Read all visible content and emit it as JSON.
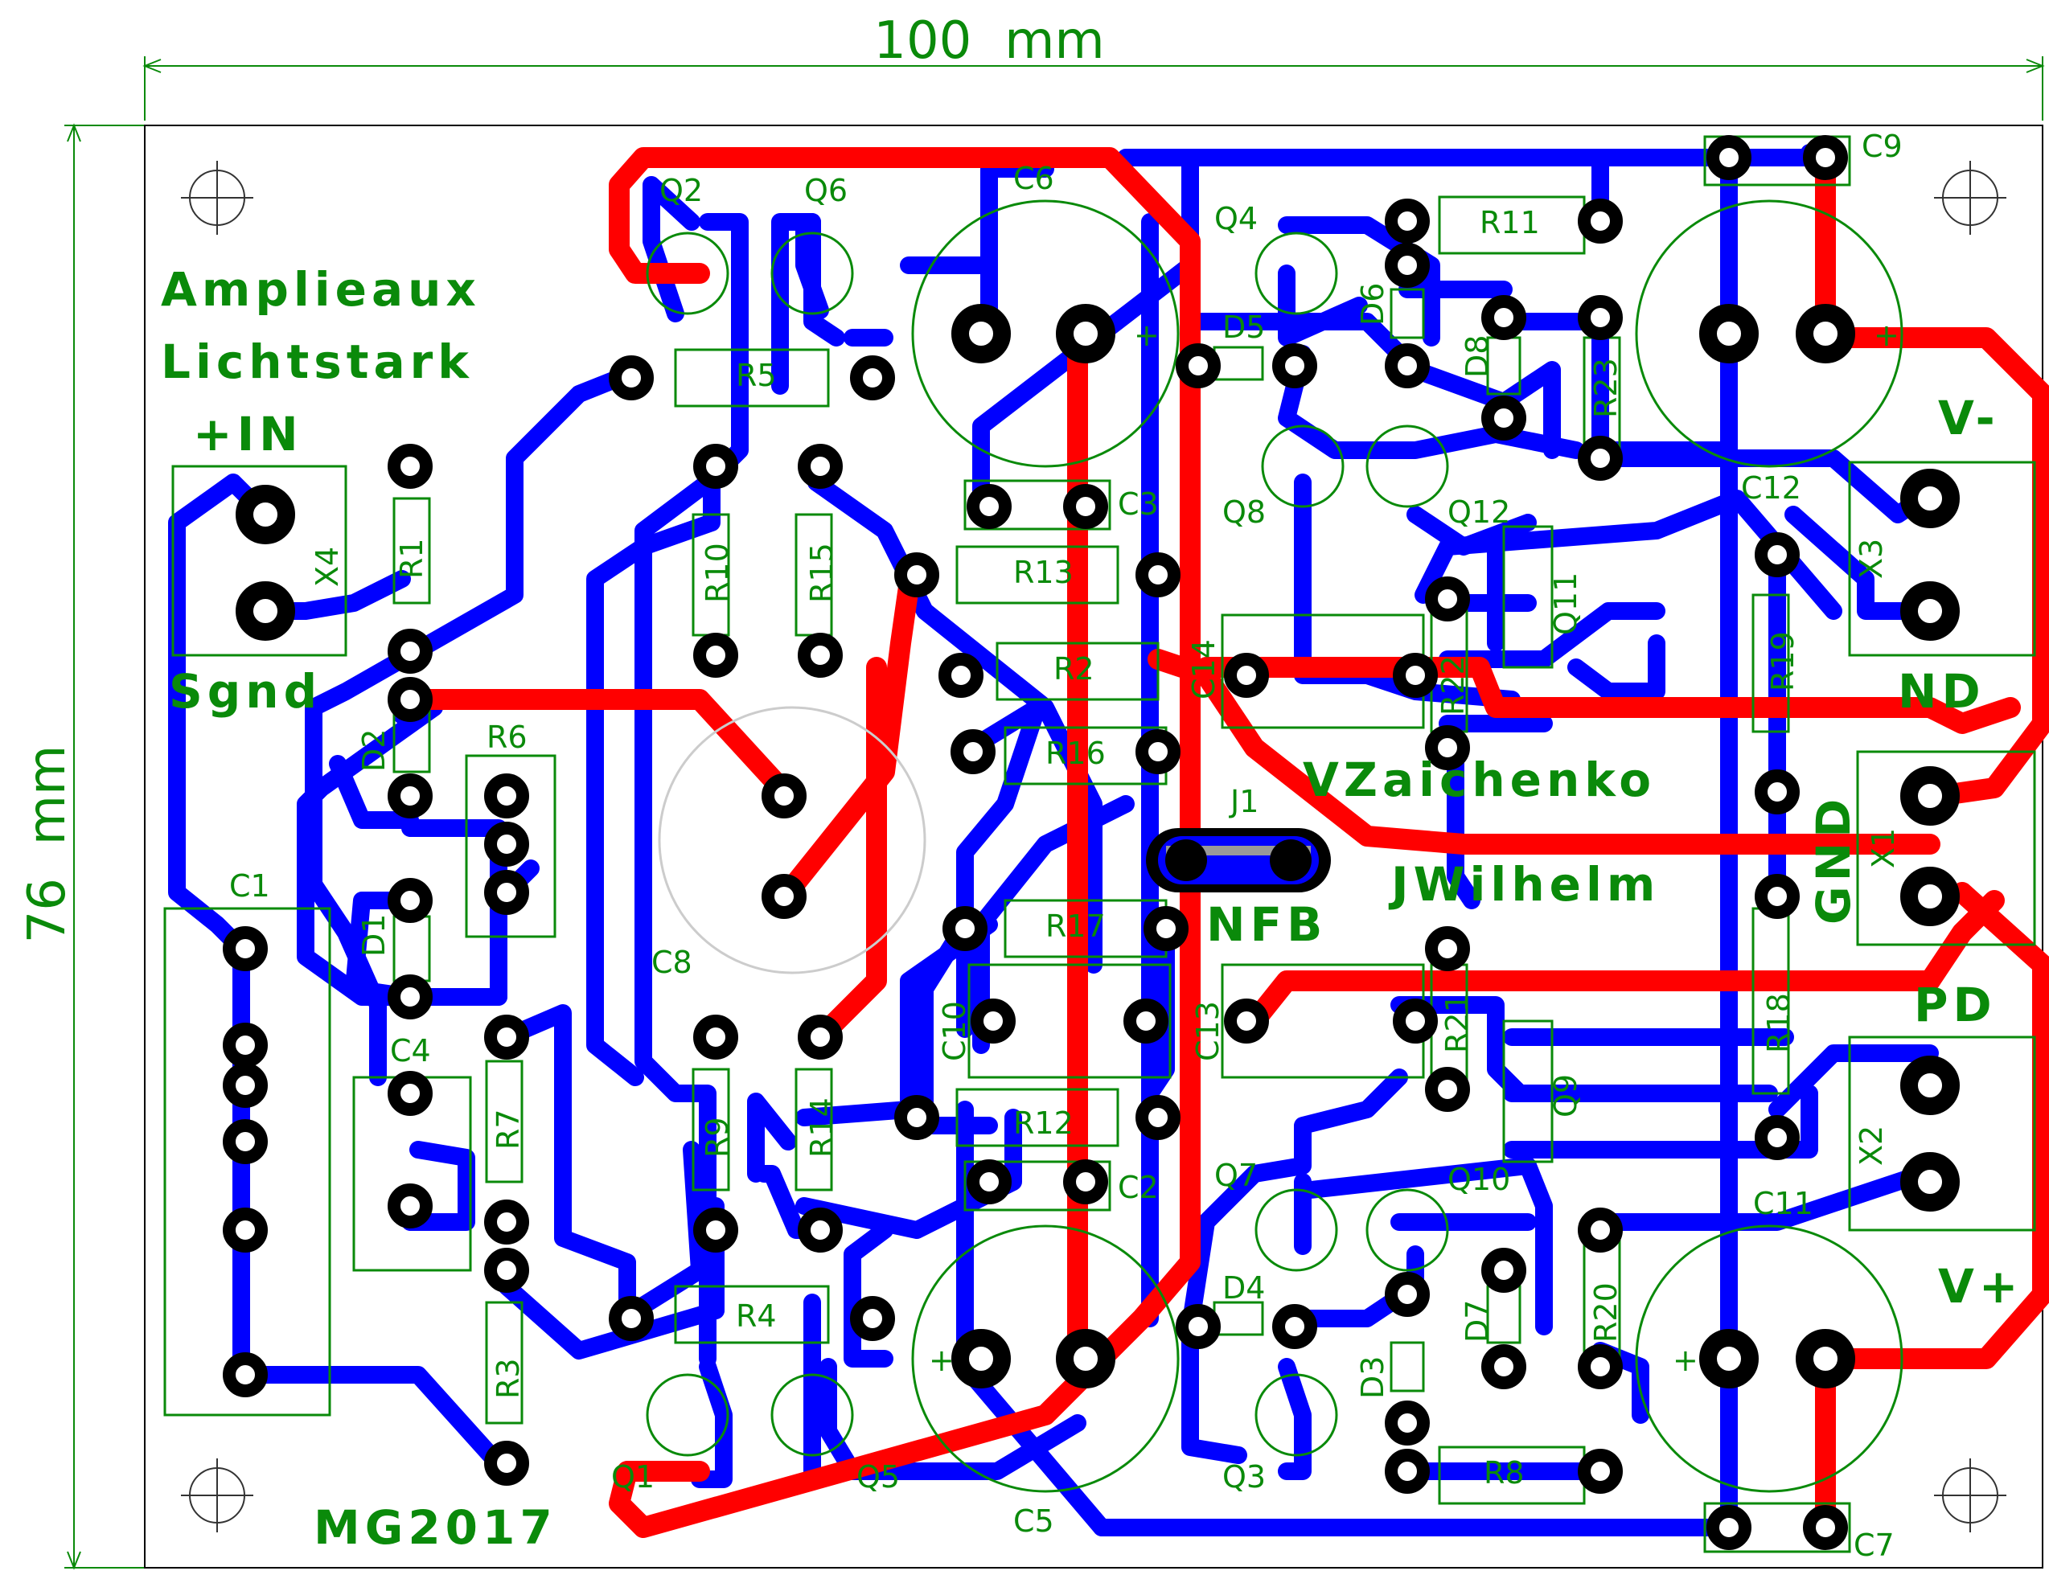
{
  "board": {
    "width_label": "100  mm",
    "height_label": "76  mm",
    "title_line1": "Amplieaux",
    "title_line2": "Lichtstark",
    "plus_in": "+IN",
    "sgnd": "Sgnd",
    "author1": "VZaichenko",
    "author2": "JWilhelm",
    "model": "MG2017",
    "nfb": "NFB",
    "v_minus": "V-",
    "v_plus": "V+",
    "nd": "ND",
    "pd": "PD",
    "gnd": "GND"
  },
  "colors": {
    "bottom_trace": "#0000ff",
    "top_trace": "#ff0000",
    "silkscreen": "#0a8a0a",
    "pad": "#000000"
  },
  "components": {
    "R1": "R1",
    "R2": "R2",
    "R3": "R3",
    "R4": "R4",
    "R5": "R5",
    "R6": "R6",
    "R7": "R7",
    "R8": "R8",
    "R9": "R9",
    "R10": "R10",
    "R11": "R11",
    "R12": "R12",
    "R13": "R13",
    "R14": "R14",
    "R15": "R15",
    "R16": "R16",
    "R17": "R17",
    "R18": "R18",
    "R19": "R19",
    "R20": "R20",
    "R21": "R21",
    "R22": "R22",
    "R23": "R23",
    "C1": "C1",
    "C2": "C2",
    "C3": "C3",
    "C4": "C4",
    "C5": "C5",
    "C6": "C6",
    "C7": "C7",
    "C8": "C8",
    "C9": "C9",
    "C10": "C10",
    "C11": "C11",
    "C12": "C12",
    "C13": "C13",
    "C14": "C14",
    "Q1": "Q1",
    "Q2": "Q2",
    "Q3": "Q3",
    "Q4": "Q4",
    "Q5": "Q5",
    "Q6": "Q6",
    "Q7": "Q7",
    "Q8": "Q8",
    "Q9": "Q9",
    "Q10": "Q10",
    "Q11": "Q11",
    "Q12": "Q12",
    "D1": "D1",
    "D2": "D2",
    "D3": "D3",
    "D4": "D4",
    "D5": "D5",
    "D6": "D6",
    "D7": "D7",
    "D8": "D8",
    "X1": "X1",
    "X2": "X2",
    "X3": "X3",
    "X4": "X4",
    "J1": "J1"
  },
  "cap_polarity": {
    "plus": "+"
  }
}
